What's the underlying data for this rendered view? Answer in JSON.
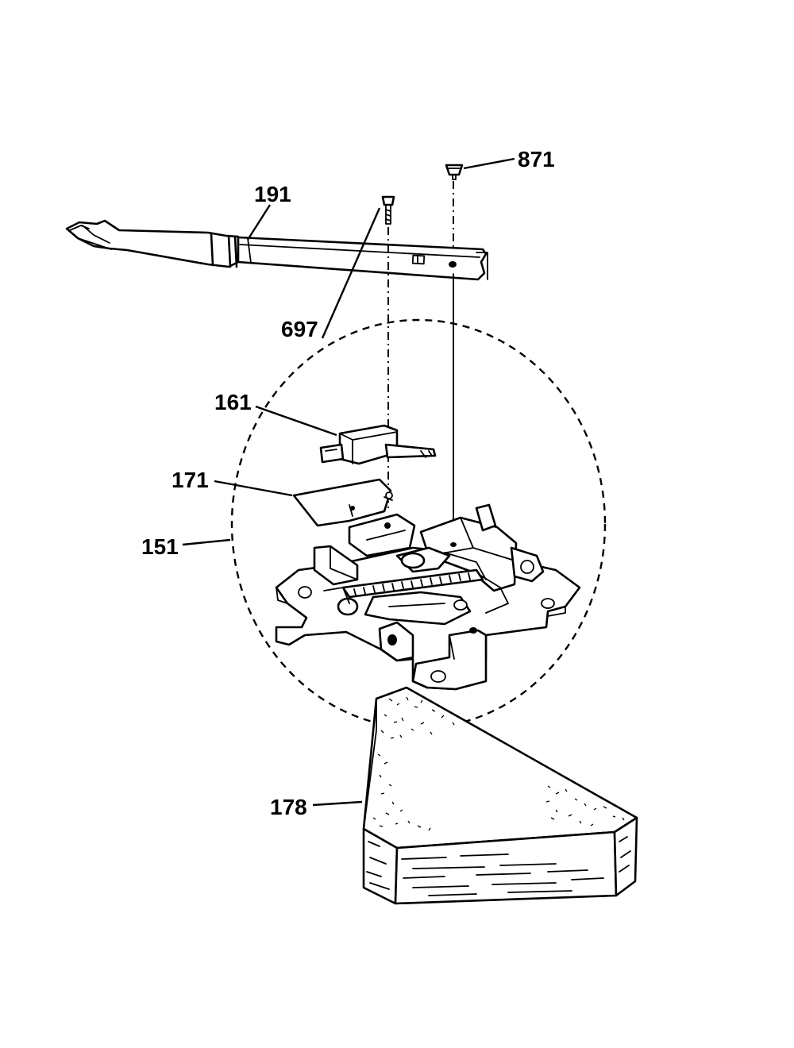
{
  "callouts": {
    "c871": "871",
    "c191": "191",
    "c697": "697",
    "c161": "161",
    "c171": "171",
    "c151": "151",
    "c178": "178"
  }
}
